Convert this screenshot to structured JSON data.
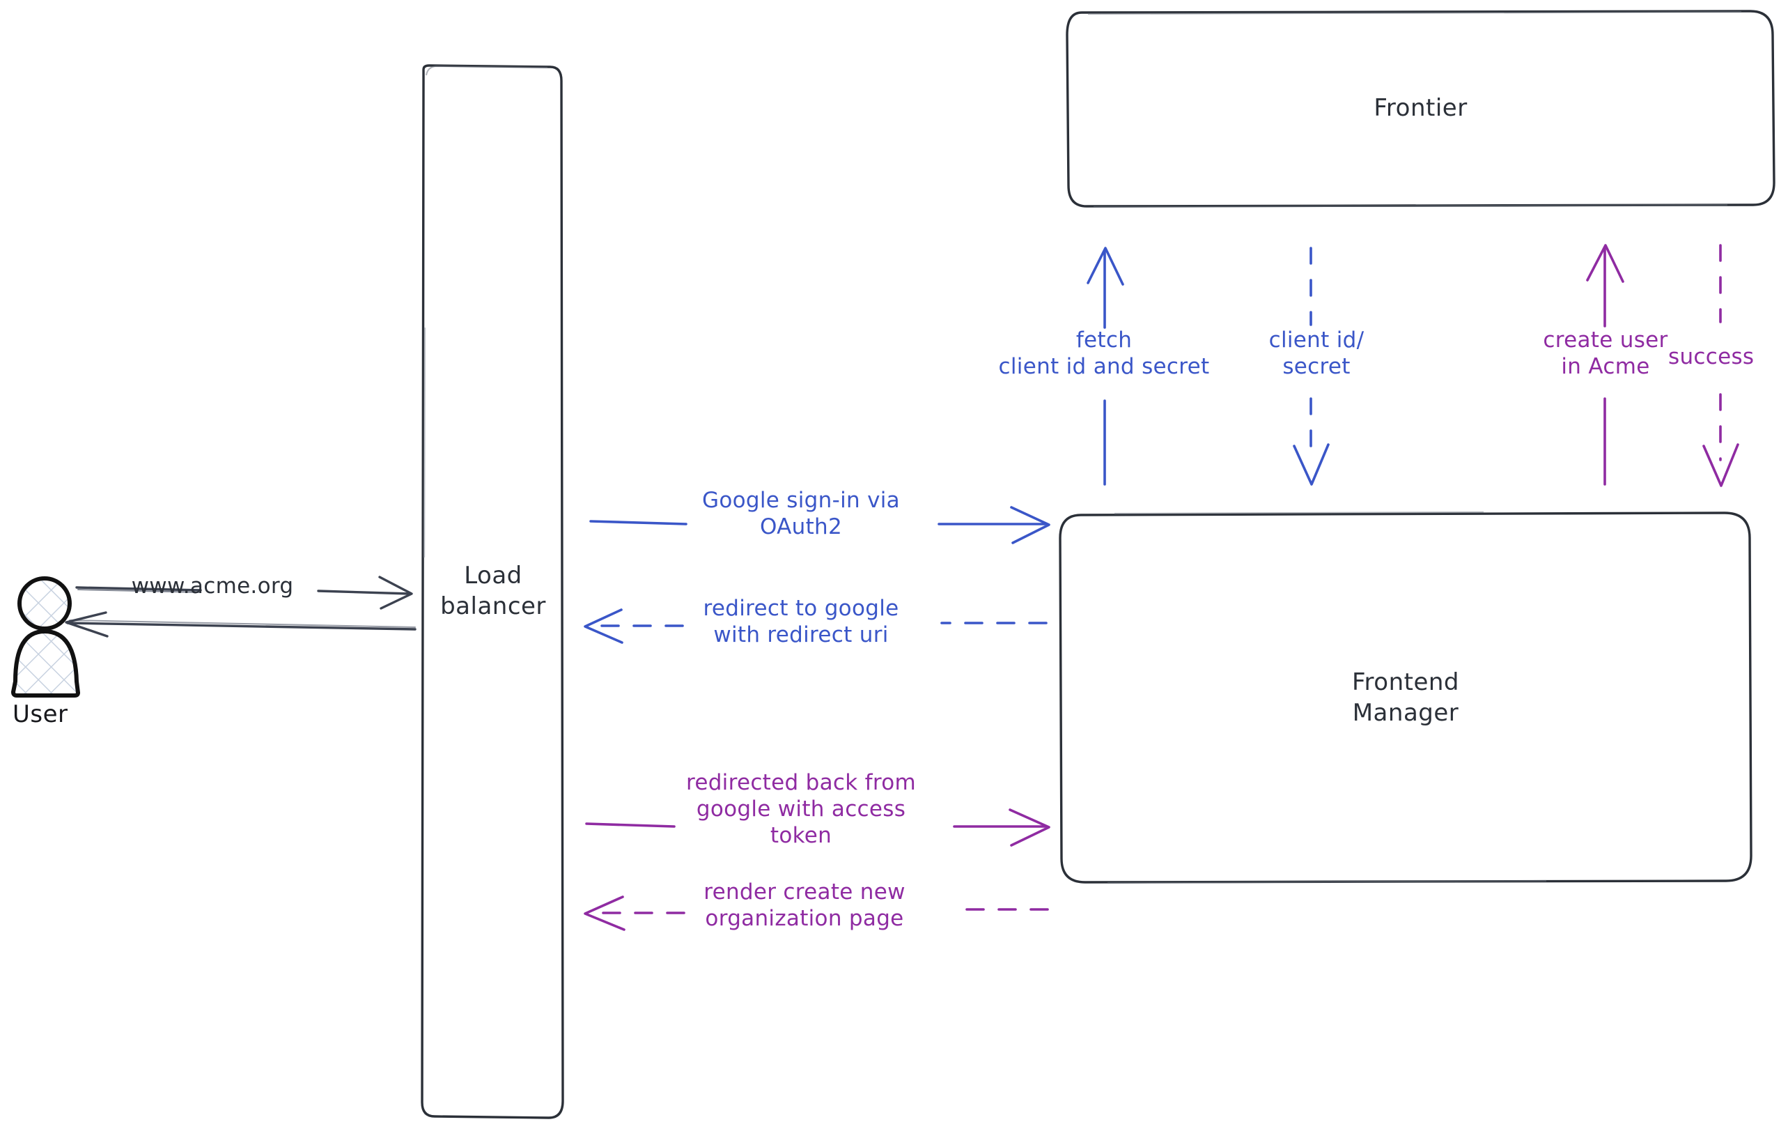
{
  "diagram": {
    "title": "Google OAuth2 sign-in sequence",
    "background": "#ffffff",
    "colors": {
      "node_stroke": "#2b3038",
      "actor_stroke": "#111111",
      "actor_hatch": "#c8d2e0",
      "blue": "#3a56c8",
      "purple": "#8f2ba2",
      "dark_arrow": "#3c4250"
    }
  },
  "actors": [
    {
      "id": "user",
      "name": "user-actor",
      "label": "User",
      "icon": "person-icon"
    }
  ],
  "nodes": [
    {
      "id": "load_balancer",
      "name": "node-load-balancer",
      "label": "Load\nbalancer",
      "shape": "rounded-rect"
    },
    {
      "id": "frontier",
      "name": "node-frontier",
      "label": "Frontier",
      "shape": "rounded-rect"
    },
    {
      "id": "frontend_manager",
      "name": "node-frontend-manager",
      "label": "Frontend\nManager",
      "shape": "rounded-rect"
    }
  ],
  "edges": [
    {
      "id": "e1",
      "name": "edge-user-to-lb",
      "label": "www.acme.org",
      "color": "#3c4250",
      "style": "solid",
      "direction": "right",
      "from": "user",
      "to": "load_balancer"
    },
    {
      "id": "e2",
      "name": "edge-lb-to-user",
      "label": "",
      "color": "#3c4250",
      "style": "solid",
      "direction": "left",
      "from": "load_balancer",
      "to": "user"
    },
    {
      "id": "e3",
      "name": "edge-lb-to-fm-signin",
      "label": "Google sign-in via\nOAuth2",
      "color": "#3a56c8",
      "style": "solid",
      "direction": "right",
      "from": "load_balancer",
      "to": "frontend_manager"
    },
    {
      "id": "e4",
      "name": "edge-fm-to-lb-redirect",
      "label": "redirect to google\nwith redirect uri",
      "color": "#3a56c8",
      "style": "dashed",
      "direction": "left",
      "from": "frontend_manager",
      "to": "load_balancer"
    },
    {
      "id": "e5",
      "name": "edge-lb-to-fm-token",
      "label": "redirected back from\ngoogle with access\ntoken",
      "color": "#8f2ba2",
      "style": "solid",
      "direction": "right",
      "from": "load_balancer",
      "to": "frontend_manager"
    },
    {
      "id": "e6",
      "name": "edge-fm-to-lb-render",
      "label": "render create new\norganization page",
      "color": "#8f2ba2",
      "style": "dashed",
      "direction": "left",
      "from": "frontend_manager",
      "to": "load_balancer"
    },
    {
      "id": "e7",
      "name": "edge-fm-to-frontier-fetch",
      "label": "fetch\nclient id and secret",
      "color": "#3a56c8",
      "style": "solid",
      "direction": "up",
      "from": "frontend_manager",
      "to": "frontier"
    },
    {
      "id": "e8",
      "name": "edge-frontier-to-fm-credentials",
      "label": "client id/\nsecret",
      "color": "#3a56c8",
      "style": "dashed",
      "direction": "down",
      "from": "frontier",
      "to": "frontend_manager"
    },
    {
      "id": "e9",
      "name": "edge-fm-to-frontier-create-user",
      "label": "create user\nin Acme",
      "color": "#8f2ba2",
      "style": "solid",
      "direction": "up",
      "from": "frontend_manager",
      "to": "frontier"
    },
    {
      "id": "e10",
      "name": "edge-frontier-to-fm-success",
      "label": "success",
      "color": "#8f2ba2",
      "style": "dashed",
      "direction": "down",
      "from": "frontier",
      "to": "frontend_manager"
    }
  ]
}
